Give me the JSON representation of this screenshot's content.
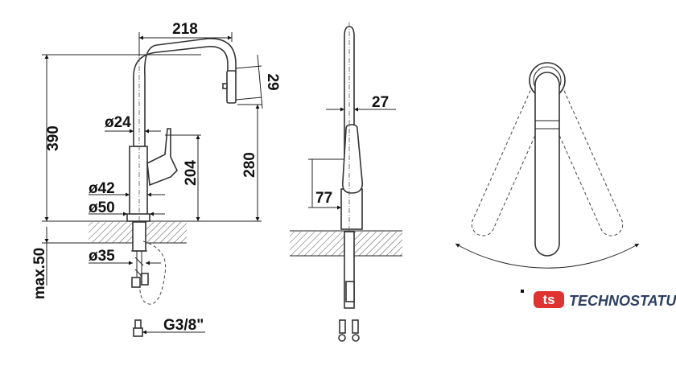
{
  "dimensions": {
    "spout_reach": "218",
    "total_height": "390",
    "spout_head": "29",
    "spout_diameter": "ø24",
    "lever_height": "204",
    "outlet_height": "280",
    "body_diameter": "ø42",
    "base_diameter": "ø50",
    "shank_diameter": "ø35",
    "max_counter": "max.50",
    "connection": "G3/8\"",
    "side_lever": "27",
    "side_offset": "77"
  },
  "logo": {
    "mark": "ts",
    "name": "TECHNOSTATUS",
    "mark_color": "#e0322f",
    "text_color": "#2d3e63"
  }
}
